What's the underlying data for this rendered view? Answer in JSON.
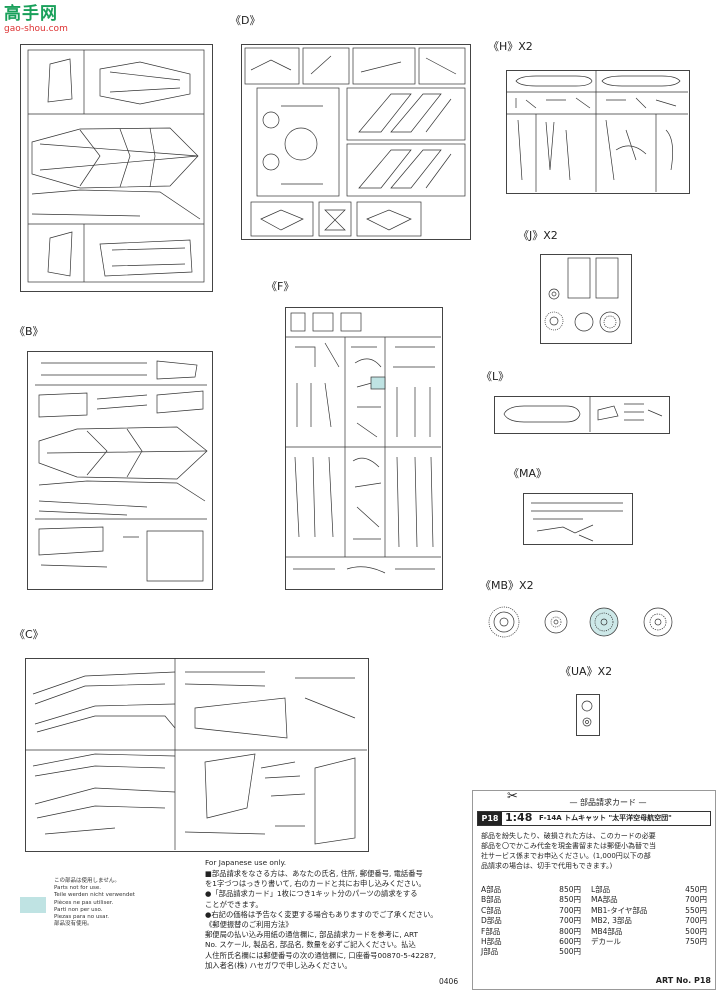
{
  "watermark": {
    "logo_text": "高手网",
    "url": "gao-shou.com"
  },
  "sprues": {
    "D": "《D》",
    "H": "《H》X2",
    "J": "《J》X2",
    "B": "《B》",
    "F": "《F》",
    "L": "《L》",
    "MA": "《MA》",
    "MB": "《MB》X2",
    "C": "《C》",
    "UA": "《UA》X2"
  },
  "notice": {
    "lines": [
      "この部品は使用しません。",
      "Parts not for use.",
      "Teile werden nicht verwendet",
      "Pièces ne pas utiliser.",
      "Parti non per uso.",
      "Piezas para no usar.",
      "部品没有使用。"
    ],
    "japanese_use": "For Japanese use only.",
    "jp_lines": [
      "■部品請求をなさる方は、あなたの氏名, 住所, 郵便番号, 電話番号",
      "を1字づつはっきり書いて, 右のカードと共にお申し込みください。",
      "●「部品請求カード」1枚につき1キット分のパーツの請求をする",
      "ことができます。",
      "●右記の価格は予告なく変更する場合もありますのでご了承ください。",
      "《郵便振替のご利用方法》",
      "郵便局の払い込み用紙の通信欄に, 部品請求カードを参考に, ART",
      "No. スケール, 製品名, 部品名, 数量を必ずご記入ください。払込",
      "人住所氏名欄には郵便番号の次の通信欄に, 口座番号00870-5-42287,",
      "加入者名(株) ハセガワで申し込みください。"
    ]
  },
  "card": {
    "title": "部品請求カード",
    "badge": "P18",
    "scale": "1:48",
    "product": "F-14A トムキャット \"太平洋空母航空団\"",
    "desc": [
      "部品を紛失したり、破損された方は、このカードの必要",
      "部品を〇でかこみ代金を現金書留または郵便小為替で当",
      "社サービス係までお申込ください。(1,000円以下の部",
      "品請求の場合は、切手で代用もできます。)"
    ],
    "prices_left": [
      {
        "part": "A部品",
        "price": "850円"
      },
      {
        "part": "B部品",
        "price": "850円"
      },
      {
        "part": "C部品",
        "price": "700円"
      },
      {
        "part": "D部品",
        "price": "700円"
      },
      {
        "part": "F部品",
        "price": "800円"
      },
      {
        "part": "H部品",
        "price": "600円"
      },
      {
        "part": "J部品",
        "price": "500円"
      }
    ],
    "prices_right": [
      {
        "part": "L部品",
        "price": "450円"
      },
      {
        "part": "MA部品",
        "price": "700円"
      },
      {
        "part": "MB1-タイヤ部品",
        "price": "550円"
      },
      {
        "part": "MB2, 3部品",
        "price": "700円"
      },
      {
        "part": "MB4部品",
        "price": "500円"
      },
      {
        "part": "デカール",
        "price": "750円"
      }
    ],
    "code": "0406",
    "art_no": "ART No. P18"
  }
}
